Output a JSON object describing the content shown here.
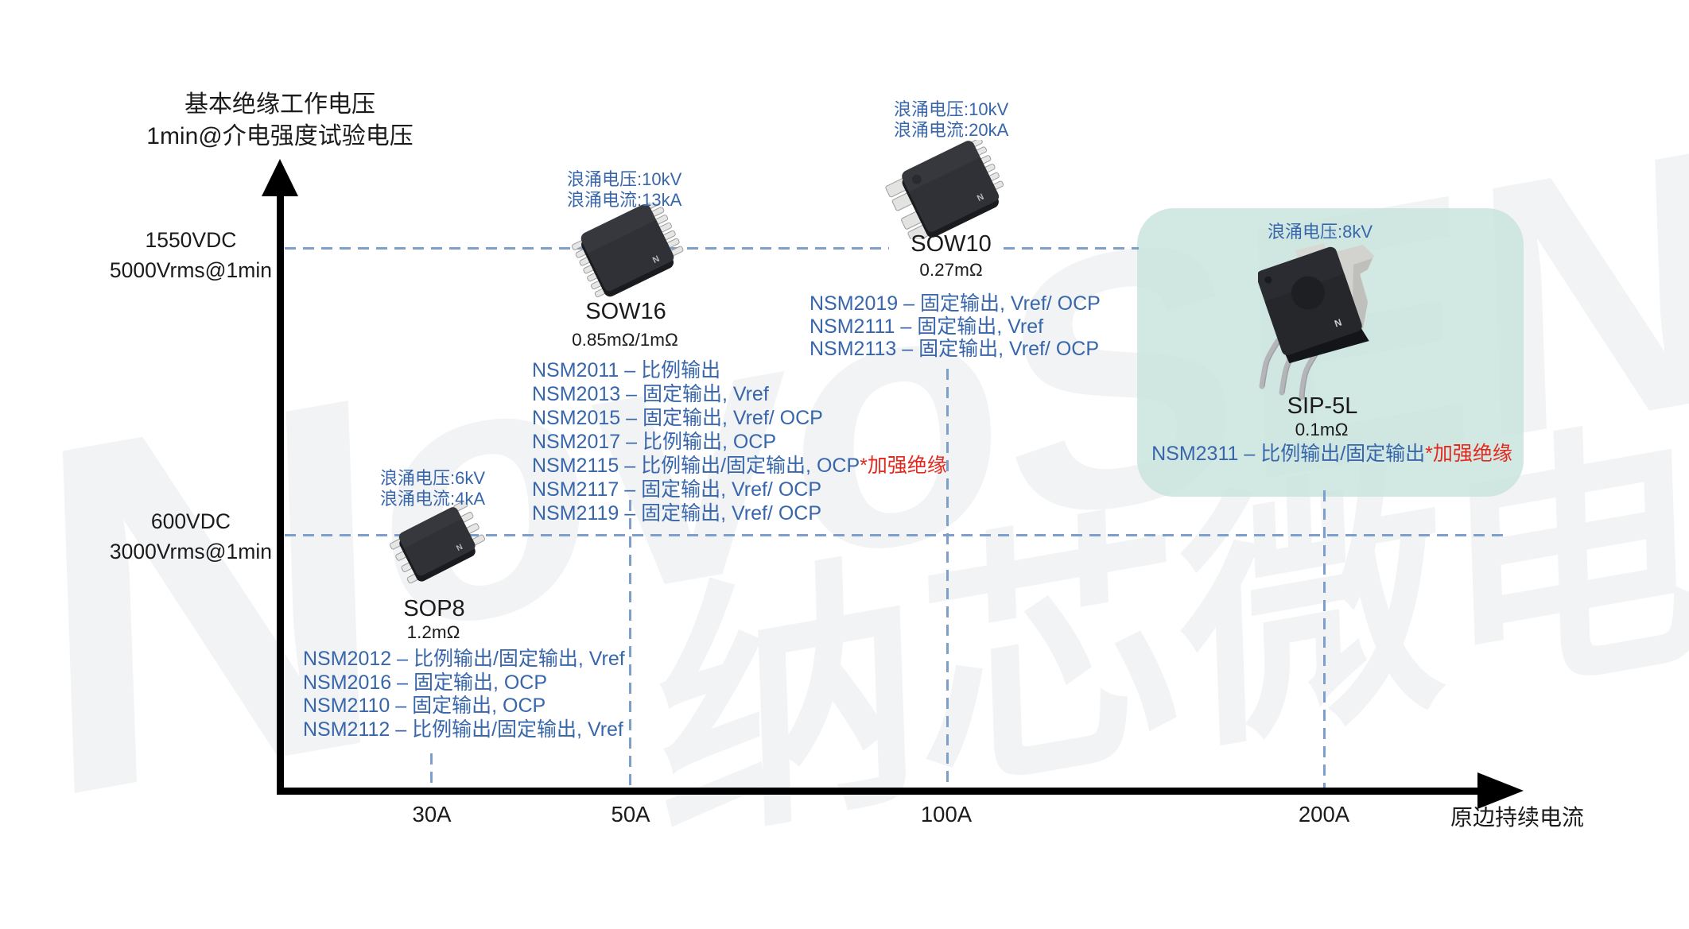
{
  "watermark": {
    "latin_initial": "N",
    "latin_rest": "ovoSENSE",
    "cjk": "纳芯微电子"
  },
  "y_axis": {
    "title_line1": "基本绝缘工作电压",
    "title_line2": "1min@介电强度试验电压",
    "tick_1550": {
      "line1": "1550VDC",
      "line2": "5000Vrms@1min"
    },
    "tick_600": {
      "line1": "600VDC",
      "line2": "3000Vrms@1min"
    }
  },
  "x_axis": {
    "title": "原边持续电流",
    "ticks": [
      "30A",
      "50A",
      "100A",
      "200A"
    ]
  },
  "groups": {
    "sop8": {
      "surge_voltage": "浪涌电压:6kV",
      "surge_current": "浪涌电流:4kA",
      "package": "SOP8",
      "resistance": "1.2mΩ",
      "items": [
        {
          "text": "NSM2012 – 比例输出/固定输出, Vref",
          "note": ""
        },
        {
          "text": "NSM2016 – 固定输出, OCP",
          "note": ""
        },
        {
          "text": "NSM2110 – 固定输出, OCP",
          "note": ""
        },
        {
          "text": "NSM2112 – 比例输出/固定输出, Vref",
          "note": ""
        }
      ]
    },
    "sow16": {
      "surge_voltage": "浪涌电压:10kV",
      "surge_current": "浪涌电流:13kA",
      "package": "SOW16",
      "resistance": "0.85mΩ/1mΩ",
      "items": [
        {
          "text": "NSM2011 – 比例输出",
          "note": ""
        },
        {
          "text": "NSM2013 – 固定输出, Vref",
          "note": ""
        },
        {
          "text": "NSM2015 – 固定输出, Vref/ OCP",
          "note": ""
        },
        {
          "text": "NSM2017 – 比例输出, OCP",
          "note": ""
        },
        {
          "text": "NSM2115 – 比例输出/固定输出, OCP",
          "note": "*加强绝缘"
        },
        {
          "text": "NSM2117 – 固定输出, Vref/ OCP",
          "note": ""
        },
        {
          "text": "NSM2119 – 固定输出, Vref/ OCP",
          "note": ""
        }
      ]
    },
    "sow10": {
      "surge_voltage": "浪涌电压:10kV",
      "surge_current": "浪涌电流:20kA",
      "package": "SOW10",
      "resistance": "0.27mΩ",
      "items": [
        {
          "text": "NSM2019 – 固定输出, Vref/ OCP",
          "note": ""
        },
        {
          "text": "NSM2111 – 固定输出, Vref",
          "note": ""
        },
        {
          "text": "NSM2113 – 固定输出, Vref/ OCP",
          "note": ""
        }
      ]
    },
    "sip5l": {
      "surge_voltage": "浪涌电压:8kV",
      "package": "SIP-5L",
      "resistance": "0.1mΩ",
      "items": [
        {
          "text": "NSM2311 – 比例输出/固定输出",
          "note": "*加强绝缘"
        }
      ]
    }
  },
  "colors": {
    "text_blue": "#3866ab",
    "warn_red": "#e3291e",
    "dash_blue": "#7e9ecb",
    "highlight_teal": "#d2e8e2",
    "axis_black": "#000000"
  }
}
